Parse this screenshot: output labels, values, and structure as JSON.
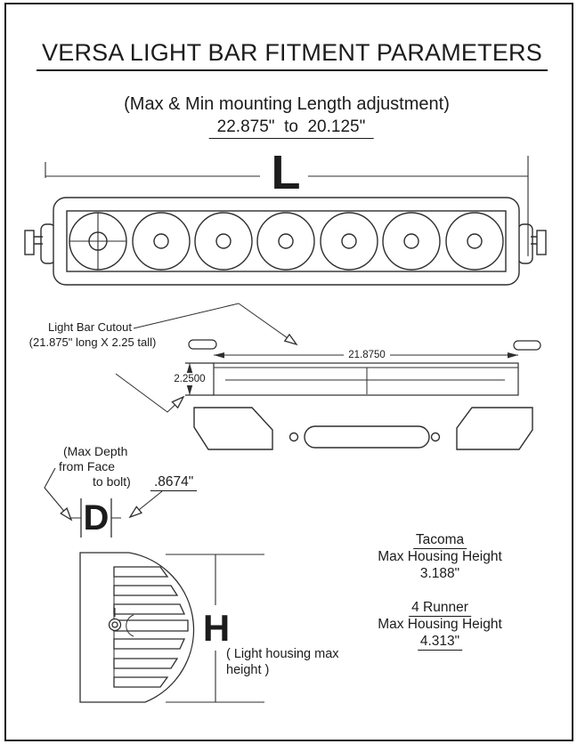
{
  "header": {
    "title": "VERSA LIGHT BAR FITMENT PARAMETERS",
    "subtitle": "(Max & Min mounting Length adjustment)",
    "length_range": "22.875\"  to  20.125\""
  },
  "light_bar": {
    "length_label": "L"
  },
  "cutout": {
    "callout_line1": "Light Bar Cutout",
    "callout_line2": "(21.875\" long X 2.25 tall)",
    "width_dim": "21.8750",
    "height_dim": "2.2500"
  },
  "depth": {
    "callout_line1": "(Max Depth",
    "callout_line2": "from Face",
    "callout_line3": "to bolt)",
    "value": ".8674\"",
    "label": "D"
  },
  "housing": {
    "height_label": "H",
    "note_line1": "( Light housing max",
    "note_line2": "height )"
  },
  "specs": {
    "tacoma": {
      "vehicle": "Tacoma",
      "caption": "Max Housing Height",
      "value": "3.188\""
    },
    "four_runner": {
      "vehicle": "4 Runner",
      "caption": "Max Housing Height",
      "value": "4.313\""
    }
  },
  "colors": {
    "line": "#2e2e2e",
    "text": "#1c1c1c",
    "background": "#ffffff"
  }
}
